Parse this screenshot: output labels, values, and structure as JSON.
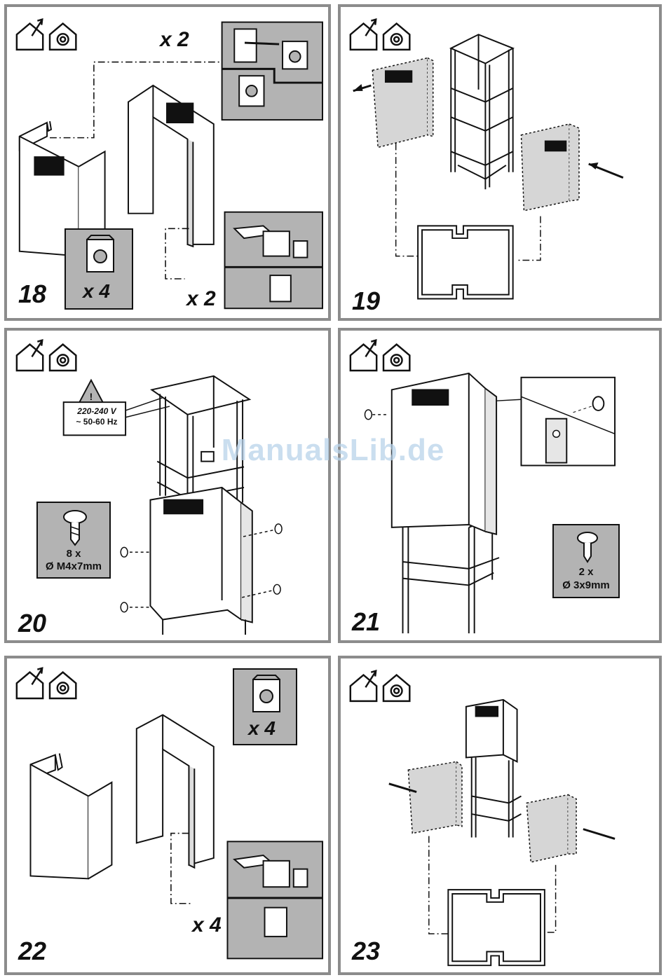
{
  "panels": [
    {
      "step": "18",
      "multipliers": [
        "x 2",
        "x 4",
        "x 2"
      ]
    },
    {
      "step": "19"
    },
    {
      "step": "20",
      "warning": [
        "220-240 V",
        "~ 50-60 Hz"
      ],
      "screw_count": "8 x",
      "screw_size": "Ø M4x7mm"
    },
    {
      "step": "21",
      "screw_count": "2 x",
      "screw_size": "Ø 3x9mm"
    },
    {
      "step": "22",
      "multipliers": [
        "x 4",
        "x 4"
      ]
    },
    {
      "step": "23"
    }
  ],
  "watermark": "ManualsLib.de",
  "icons": [
    "house-outdoor-exhaust-icon",
    "house-recirculation-icon"
  ],
  "colors": {
    "panel_border": "#8c8c8c",
    "inset_fill": "#b3b3b3",
    "shaded_part": "#d6d6d6",
    "watermark": "#b9d3ea"
  }
}
